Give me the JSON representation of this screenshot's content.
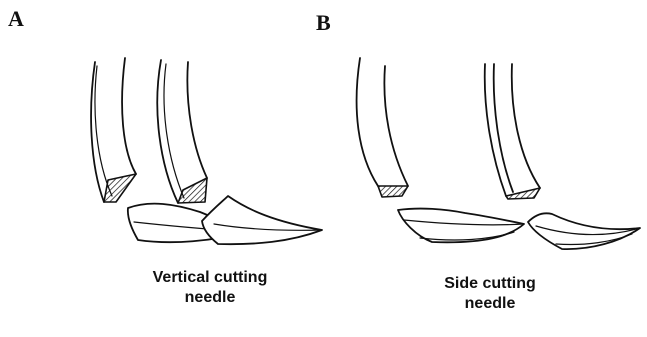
{
  "panels": {
    "a": {
      "letter": "A",
      "caption_line1": "Vertical cutting",
      "caption_line2": "needle"
    },
    "b": {
      "letter": "B",
      "caption_line1": "Side cutting",
      "caption_line2": "needle"
    }
  }
}
